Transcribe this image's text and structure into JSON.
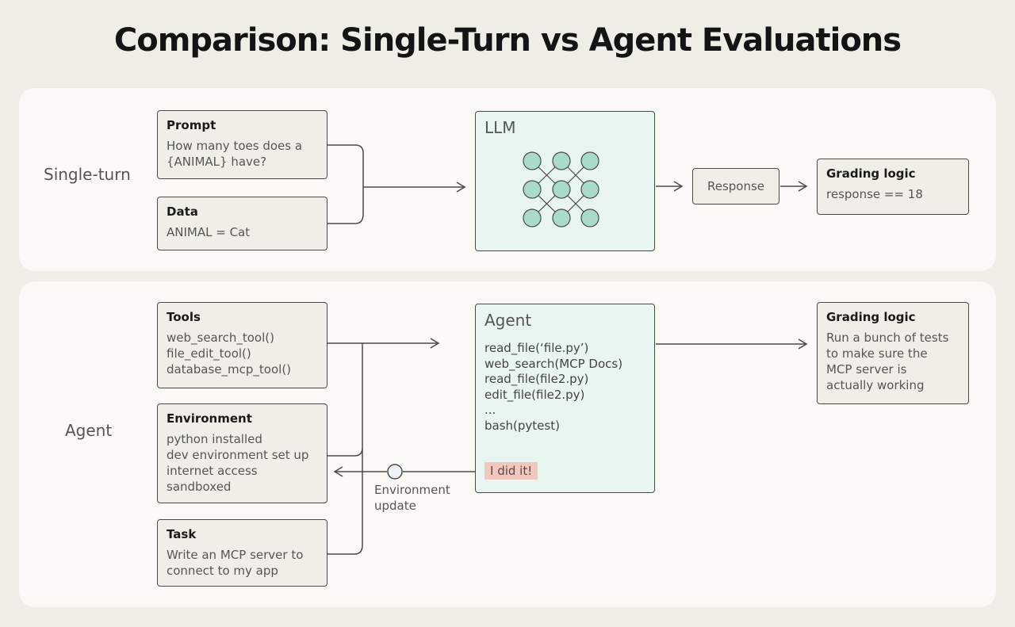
{
  "title": "Comparison: Single-Turn vs Agent Evaluations",
  "single_turn": {
    "row_label": "Single-turn",
    "prompt": {
      "title": "Prompt",
      "body": "How many toes does a\n{ANIMAL} have?"
    },
    "data": {
      "title": "Data",
      "body": "ANIMAL = Cat"
    },
    "llm": {
      "title": "LLM"
    },
    "response": "Response",
    "grading": {
      "title": "Grading logic",
      "body": "response == 18"
    }
  },
  "agent": {
    "row_label": "Agent",
    "tools": {
      "title": "Tools",
      "body": "web_search_tool()\nfile_edit_tool()\ndatabase_mcp_tool()"
    },
    "environment": {
      "title": "Environment",
      "body": "python installed\ndev environment set up\ninternet access\nsandboxed"
    },
    "task": {
      "title": "Task",
      "body": "Write an MCP server to\nconnect to my app"
    },
    "agent_box": {
      "title": "Agent",
      "lines": "read_file(‘file.py’)\nweb_search(MCP Docs)\nread_file(file2.py)\nedit_file(file2.py)\n...\nbash(pytest)",
      "status": "I did it!"
    },
    "env_update_label": "Environment\nupdate",
    "grading": {
      "title": "Grading logic",
      "body": "Run a bunch of tests\nto make sure the\nMCP server is\nactually working"
    }
  },
  "colors": {
    "background": "#efeee6",
    "panel": "#faf9f5",
    "box_fill": "#f0efe7",
    "model_fill": "#e8f5f0",
    "node_fill": "#a9dcc8",
    "highlight": "#f2c8be",
    "stroke": "#4a4a4a"
  }
}
